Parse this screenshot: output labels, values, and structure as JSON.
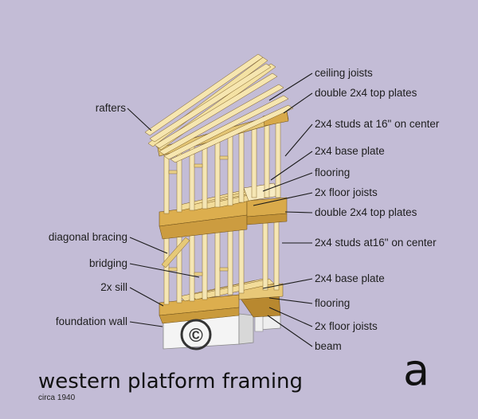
{
  "labels": {
    "ceiling_joists": "ceiling joists",
    "top_plates_upper": "double 2x4 top plates",
    "studs_upper": "2x4 studs at 16\" on center",
    "base_plate_upper": "2x4 base plate",
    "flooring_upper": "flooring",
    "floor_joists_upper": "2x floor joists",
    "top_plates_lower": "double 2x4 top plates",
    "studs_lower": "2x4 studs at16\" on center",
    "base_plate_lower": "2x4 base plate",
    "flooring_lower": "flooring",
    "floor_joists_lower": "2x floor joists",
    "beam": "beam",
    "rafters": "rafters",
    "diagonal_bracing": "diagonal bracing",
    "bridging": "bridging",
    "sill": "2x sill",
    "foundation_wall": "foundation wall"
  },
  "title": "western platform framing",
  "subtitle": "circa 1940",
  "figure_letter": "a",
  "watermark": "©",
  "colors": {
    "background": "#c3bcd6",
    "wood_light": "#f3e2a8",
    "wood_mid": "#e2c57a",
    "wood_dark": "#c9a255",
    "band": "#dcae4e",
    "foundation": "#f2f2f2"
  }
}
